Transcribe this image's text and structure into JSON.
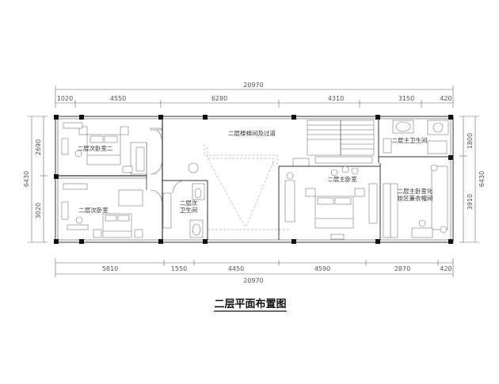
{
  "drawing_title": "二层平面布置图",
  "dimensions": {
    "top_total": "20970",
    "top_segments": [
      "1020",
      "4550",
      "6280",
      "4310",
      "3150",
      "420"
    ],
    "bottom_segments": [
      "5810",
      "1550",
      "4450",
      "4590",
      "2870",
      "420"
    ],
    "bottom_total": "20970",
    "left_total": "6430",
    "left_segments": [
      "2690",
      "3020"
    ],
    "right_total": "6430",
    "right_segments": [
      "1800",
      "3910"
    ]
  },
  "rooms": {
    "secondary_bedroom_2": "二层次卧室二",
    "secondary_bedroom": "二层次卧室",
    "stair_corridor": "二层楼梯间及过道",
    "secondary_bath_line1": "二层次",
    "secondary_bath_line2": "卫生间",
    "master_bedroom": "二层主卧室",
    "master_bath": "二层主卫生间",
    "master_dressing_line1": "二层主卧室化",
    "master_dressing_line2": "妆区兼衣帽间"
  }
}
